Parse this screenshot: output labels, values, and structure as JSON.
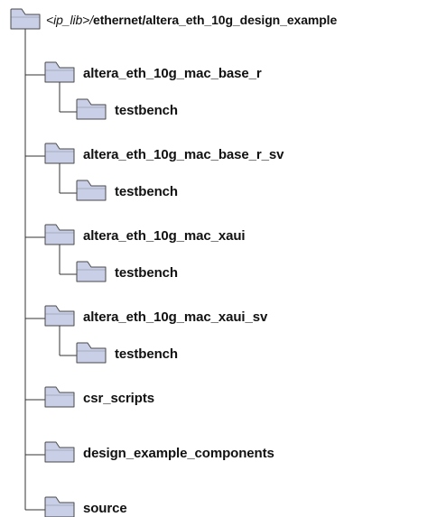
{
  "colors": {
    "folder_fill": "#c8cfe6",
    "folder_stroke": "#4a4a4a",
    "connector": "#333333",
    "text": "#111111"
  },
  "root": {
    "icon": "folder-icon",
    "path_prefix": "<ip_lib>",
    "path_sep": "/",
    "path_rest": "ethernet/altera_eth_10g_design_example"
  },
  "folders": [
    {
      "name": "altera_eth_10g_mac_base_r",
      "icon": "folder-icon",
      "children": [
        {
          "name": "testbench",
          "icon": "folder-icon"
        }
      ]
    },
    {
      "name": "altera_eth_10g_mac_base_r_sv",
      "icon": "folder-icon",
      "children": [
        {
          "name": "testbench",
          "icon": "folder-icon"
        }
      ]
    },
    {
      "name": "altera_eth_10g_mac_xaui",
      "icon": "folder-icon",
      "children": [
        {
          "name": "testbench",
          "icon": "folder-icon"
        }
      ]
    },
    {
      "name": "altera_eth_10g_mac_xaui_sv",
      "icon": "folder-icon",
      "children": [
        {
          "name": "testbench",
          "icon": "folder-icon"
        }
      ]
    },
    {
      "name": "csr_scripts",
      "icon": "folder-icon",
      "children": []
    },
    {
      "name": "design_example_components",
      "icon": "folder-icon",
      "children": []
    },
    {
      "name": "source",
      "icon": "folder-icon",
      "children": []
    }
  ]
}
